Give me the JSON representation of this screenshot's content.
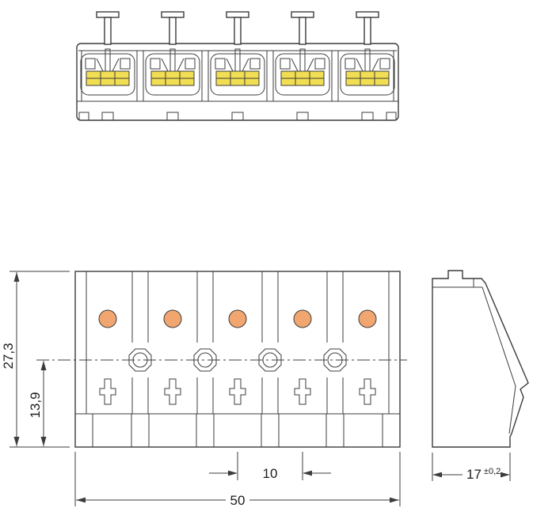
{
  "colors": {
    "line": "#3c3c3c",
    "orange": "#f1a66f",
    "yellow": "#f2de52",
    "background": "#ffffff"
  },
  "dimensions": {
    "total_height_mm": "27,3",
    "lower_height_mm": "13,9",
    "pitch_mm": "10",
    "total_width_mm": "50",
    "depth_mm": "17",
    "depth_tolerance": "±0,2"
  }
}
